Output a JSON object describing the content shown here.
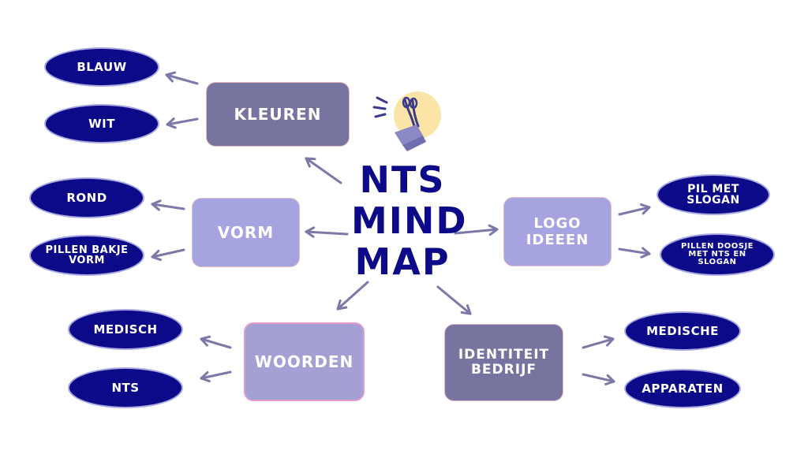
{
  "center": {
    "lines": [
      "NTS",
      "MIND",
      "MAP"
    ]
  },
  "colors": {
    "dark_navy": "#0c0a88",
    "box_dark": "#77749f",
    "box_light": "#a5a3e0",
    "box_pink_fill": "#a3a1d3",
    "arrow": "#7b79a8",
    "bulb_yellow": "#fbe5a6"
  },
  "branches": {
    "kleuren": {
      "label": "KLEUREN",
      "leaves": [
        {
          "lines": [
            "BLAUW"
          ]
        },
        {
          "lines": [
            "WIT"
          ]
        }
      ]
    },
    "vorm": {
      "label": "VORM",
      "leaves": [
        {
          "lines": [
            "ROND"
          ]
        },
        {
          "lines": [
            "PILLEN BAKJE",
            "VORM"
          ]
        }
      ]
    },
    "woorden": {
      "label": "WOORDEN",
      "leaves": [
        {
          "lines": [
            "MEDISCH"
          ]
        },
        {
          "lines": [
            "NTS"
          ]
        }
      ]
    },
    "logo": {
      "label": "LOGO IDEEEN",
      "leaves": [
        {
          "lines": [
            "PIL MET",
            "SLOGAN"
          ]
        },
        {
          "lines": [
            "PILLEN DOOSJE",
            "MET NTS EN",
            "SLOGAN"
          ]
        }
      ]
    },
    "identiteit": {
      "label_lines": [
        "IDENTITEIT",
        "BEDRIJF"
      ],
      "leaves": [
        {
          "lines": [
            "MEDISCHE"
          ]
        },
        {
          "lines": [
            "APPARATEN"
          ]
        }
      ]
    }
  },
  "icons": {
    "idea": "lightbulb-icon"
  }
}
